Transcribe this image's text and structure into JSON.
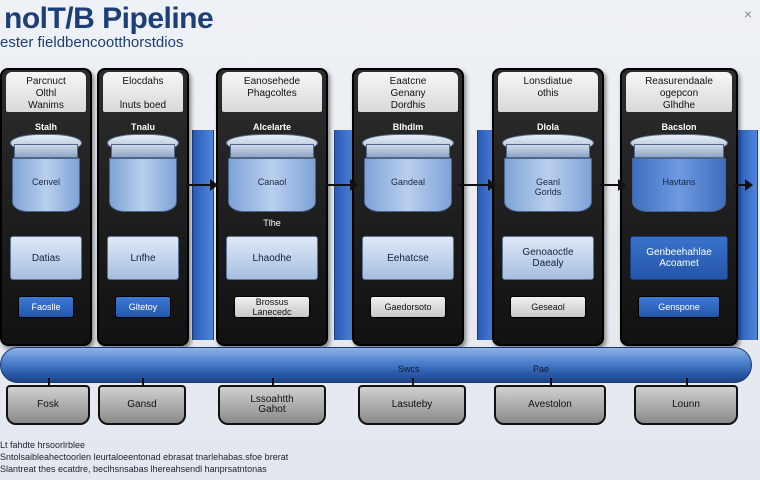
{
  "title": "nolT/B Pipeline",
  "subtitle": "ester fieldbencootthorstdios",
  "close_glyph": "×",
  "stages": [
    {
      "header": "Parcnuct\nOlthl\nWanims",
      "bucket_label": "Stalh",
      "lid": "",
      "body": "Cenvel",
      "mid": "",
      "panel": "Datias",
      "button": "Faoslle",
      "button_style": "blue",
      "panel_style": "light"
    },
    {
      "header": "Elocdahs\n\nlnuts boed",
      "bucket_label": "Tnalu",
      "lid": "",
      "body": "",
      "mid": "",
      "panel": "Lnfhe",
      "button": "Gltetoy",
      "button_style": "blue",
      "panel_style": "light"
    },
    {
      "header": "Eanosehede\nPhagcoltes",
      "bucket_label": "Alcelarte",
      "lid": "",
      "body": "Canaol",
      "mid": "Tlhe",
      "panel": "Lhaodhe",
      "button": "Brossus\nLanecedc",
      "button_style": "light",
      "panel_style": "light"
    },
    {
      "header": "Eaatcne\nGenany\nDordhis",
      "bucket_label": "Blhdlm",
      "lid": "",
      "body": "Gandeal",
      "mid": "",
      "panel": "Eehatcse",
      "button": "Gaedorsoto",
      "button_style": "light",
      "panel_style": "light"
    },
    {
      "header": "Lonsdiatue\nothis",
      "bucket_label": "Dlola",
      "lid": "",
      "body": "Geanl\nGorlds",
      "mid": "",
      "panel": "Genoaoctle\nDaealy",
      "button": "Geseaol",
      "button_style": "light",
      "panel_style": "light"
    },
    {
      "header": "Reasurendaale\nogepcon\nGlhdhe",
      "bucket_label": "Bacslon",
      "lid": "",
      "body": "Havtans",
      "mid": "",
      "panel": "Genbeehahlae\nAcoamet",
      "button": "Genspone",
      "button_style": "blue",
      "panel_style": "dark"
    }
  ],
  "pipe_labels": [
    "Swcs",
    "Pae"
  ],
  "tabs": [
    "Fosk",
    "Gansd",
    "Lssoahtth\nGahot",
    "Lasuteby",
    "Avestolon",
    "Lounn"
  ],
  "footnotes": [
    "Lt fahdte hrsoorlrblee",
    "Sntolsaibleahectoorlen leurtaloeentonad ebrasat tnarlehabas.sfoe brerat",
    "Slantreat thes ecatdre, beclhsnsabas lhereahsendl hanprsatntonas"
  ]
}
